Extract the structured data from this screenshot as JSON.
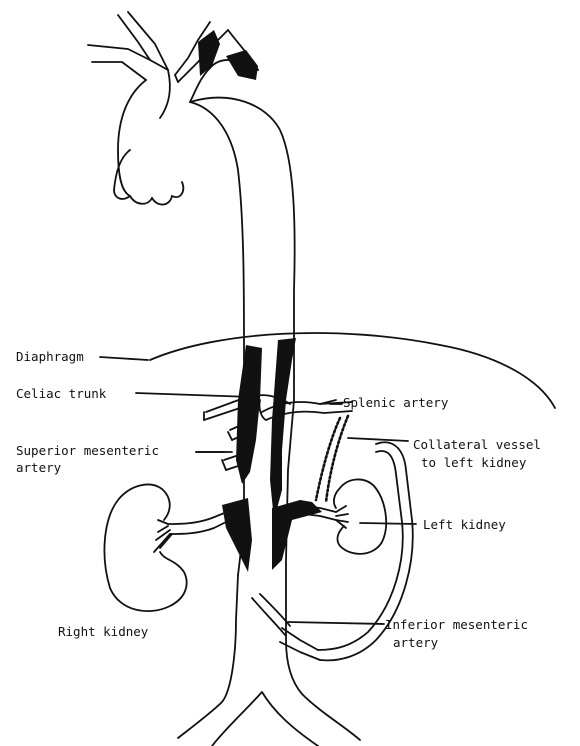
{
  "labels": {
    "diaphragm": "Diaphragm",
    "celiac_trunk": "Celiac trunk",
    "splenic_artery": "Splenic artery",
    "superior_mesenteric_1": "Superior mesenteric",
    "superior_mesenteric_2": "artery",
    "collateral_1": "Collateral vessel",
    "collateral_2": "to left kidney",
    "left_kidney": "Left kidney",
    "right_kidney": "Right kidney",
    "inferior_mesenteric_1": "Inferior mesenteric",
    "inferior_mesenteric_2": "artery"
  },
  "colors": {
    "ink": "#111111",
    "paper": "#ffffff"
  }
}
